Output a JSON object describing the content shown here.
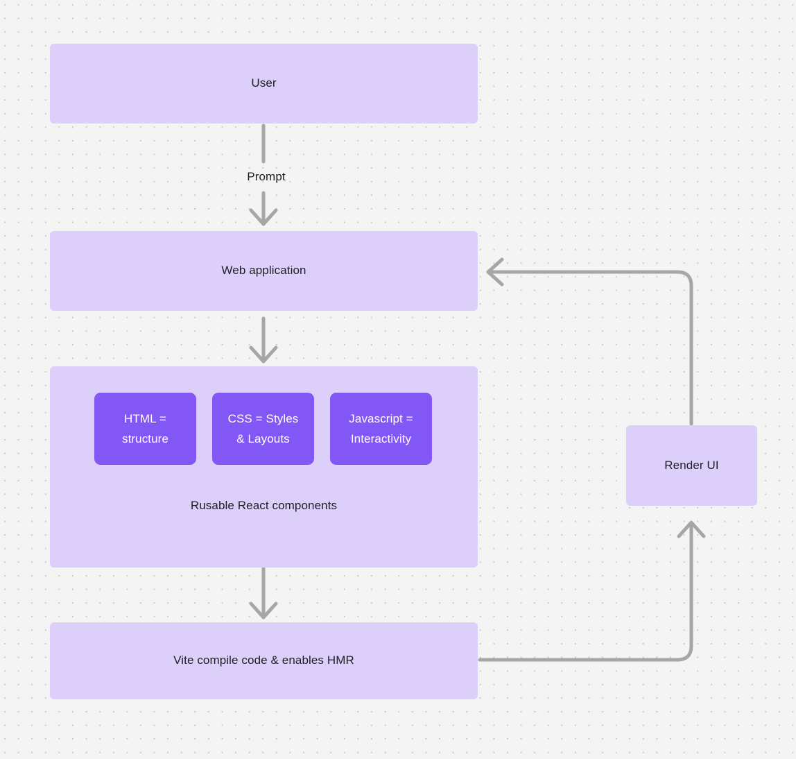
{
  "diagram": {
    "title": "Web application build and render flow",
    "background_color": "#f4f4f4",
    "dot_color": "#c9c9c9",
    "node_fill": "#dccffa",
    "chip_fill": "#8257f5",
    "edge_color": "#a6a6a6",
    "text_color": "#1f1d28"
  },
  "nodes": {
    "user": {
      "label": "User"
    },
    "web_application": {
      "label": "Web application"
    },
    "components_group": {
      "caption": "Rusable React components"
    },
    "vite": {
      "label": "Vite compile code & enables HMR"
    },
    "render_ui": {
      "label": "Render UI"
    }
  },
  "chips": [
    {
      "id": "html",
      "label": "HTML =\nstructure"
    },
    {
      "id": "css",
      "label": "CSS = Styles\n& Layouts"
    },
    {
      "id": "javascript",
      "label": "Javascript =\nInteractivity"
    }
  ],
  "edges": [
    {
      "id": "user-to-web",
      "label": "Prompt",
      "from": "user",
      "to": "web_application"
    },
    {
      "id": "web-to-components",
      "label": "",
      "from": "web_application",
      "to": "components_group"
    },
    {
      "id": "components-to-vite",
      "label": "",
      "from": "components_group",
      "to": "vite"
    },
    {
      "id": "vite-to-render",
      "label": "",
      "from": "vite",
      "to": "render_ui"
    },
    {
      "id": "render-to-web",
      "label": "",
      "from": "render_ui",
      "to": "web_application"
    }
  ]
}
